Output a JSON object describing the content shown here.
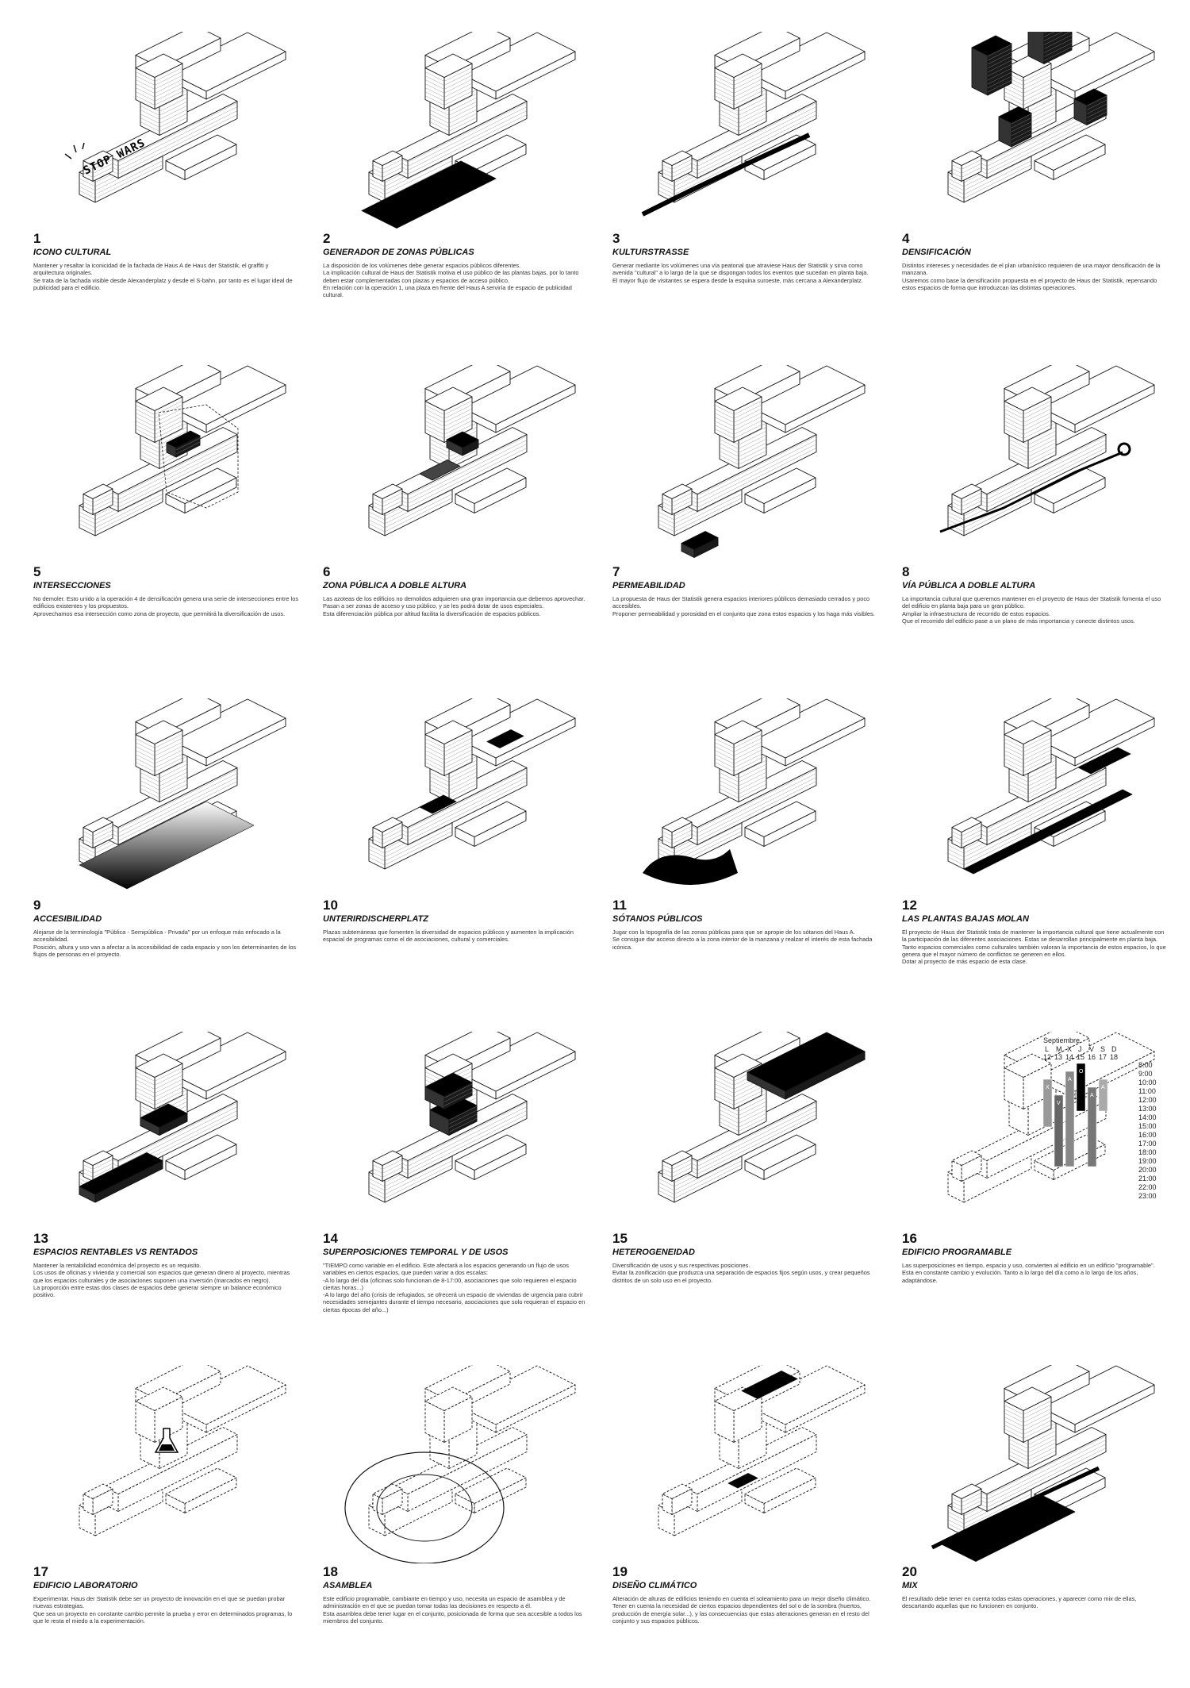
{
  "sheet": {
    "panels": [
      {
        "num": "1",
        "title": "ICONO CULTURAL",
        "desc": "Mantener y resaltar la iconicidad de la fachada de Haus A de Haus der Statistik, el graffiti y arquitectura originales.\nSe trata de la fachada visible desde Alexanderplatz y desde el S-bahn, por tanto es el lugar ideal de publicidad para el edificio."
      },
      {
        "num": "2",
        "title": "GENERADOR DE ZONAS PÚBLICAS",
        "desc": "La disposición de los volúmenes debe generar espacios públicos diferentes.\nLa implicación cultural de Haus der Statistik motiva el uso público de las plantas bajas, por lo tanto deben estar complementadas con plazas y espacios de acceso público.\nEn relación con la operación 1, una plaza en frente del Haus A serviría de espacio de publicidad cultural."
      },
      {
        "num": "3",
        "title": "KULTURSTRAßE",
        "desc": "Generar mediante los volúmenes una vía peatonal que atraviese Haus der Statistik y sirva como avenida \"cultural\" a lo largo de la que se dispongan todos los eventos que sucedan en planta baja.\nEl mayor flujo de visitantes se espera desde la esquina suroeste, más cercana a Alexanderplatz."
      },
      {
        "num": "4",
        "title": "DENSIFICACIÓN",
        "desc": "Distintos intereses y necesidades de el plan urbanístico requieren de una mayor densificación de la manzana.\nUsaremos como base la densificación propuesta en el proyecto de Haus der Statistik, repensando estos espacios de forma que introduzcan las distintas operaciones."
      },
      {
        "num": "5",
        "title": "INTERSECCIONES",
        "desc": "No demoler. Esto unido a la operación 4 de densificación genera una serie de intersecciones entre los edificios existentes y los propuestos.\nAprovechamos esa intersección como zona de proyecto, que permitirá la diversificación de usos."
      },
      {
        "num": "6",
        "title": "ZONA PÚBLICA A DOBLE ALTURA",
        "desc": "Las azoteas de los edificios no demolidos adquieren una gran importancia que debemos aprovechar. Pasan a ser zonas de acceso y uso público, y se les podrá dotar de usos especiales.\nEsta diferenciación pública por altitud facilita la diversificación de espacios públicos."
      },
      {
        "num": "7",
        "title": "PERMEABILIDAD",
        "desc": "La propuesta de Haus der Statistik genera espacios interiores públicos demasiado cerrados y poco accesibles.\nProponer permeabilidad y porosidad en el conjunto que zona estos espacios y los haga más visibles."
      },
      {
        "num": "8",
        "title": "VÍA PÚBLICA A DOBLE ALTURA",
        "desc": "La importancia cultural que queremos mantener en el proyecto de Haus der Statistik fomenta el uso del edificio en planta baja para un gran público.\nAmpliar la infraestructura de recorrido de estos espacios.\nQue el recorrido del edificio pase a un plano de más importancia y conecte distintos usos."
      },
      {
        "num": "9",
        "title": "ACCESIBILIDAD",
        "desc": "Alejarse de la terminología \"Pública - Semipública - Privada\" por un enfoque más enfocado a la accesibilidad.\nPosición, altura y uso van a afectar a la accesibilidad de cada espacio y son los determinantes de los flujos de personas en el proyecto."
      },
      {
        "num": "10",
        "title": "UNTERIRDISCHERPLATZ",
        "desc": "Plazas subterráneas que fomenten la diversidad de espacios públicos y aumenten la implicación espacial de programas como el de asociaciones, cultural y comerciales."
      },
      {
        "num": "11",
        "title": "SÓTANOS PÚBLICOS",
        "desc": "Jugar con la topografía de las zonas públicas para que se apropie de los sótanos del Haus A.\nSe consigue dar acceso directo a la zona interior de la manzana y realzar el interés de esta fachada icónica."
      },
      {
        "num": "12",
        "title": "LAS PLANTAS BAJAS MOLAN",
        "desc": "El proyecto de Haus der Statistik trata de mantener la importancia cultural que tiene actualmente con la participación de las diferentes asociaciones. Estas se desarrollan principalmente en planta baja.\nTanto espacios comerciales como culturales también valoran la importancia de estos espacios, lo que genera que el mayor número de conflictos se generen en ellos.\nDotar al proyecto de más espacio de esta clase."
      },
      {
        "num": "13",
        "title": "ESPACIOS RENTABLES VS RENTADOS",
        "desc": "Mantener la rentabilidad económica del proyecto es un requisito.\nLos usos de oficinas y vivienda y comercial son espacios que generan dinero al proyecto, mientras que los espacios culturales y de asociaciones suponen una inversión (marcados en negro).\nLa proporción entre estas dos clases de espacios debe generar siempre un balance económico positivo."
      },
      {
        "num": "14",
        "title": "SUPERPOSICIONES TEMPORAL Y DE USOS",
        "desc": "\"TIEMPO como variable en el edificio. Este afectará a los espacios generando un flujo de usos variables en ciertos espacios, que pueden variar a dos escalas:\n-A lo largo del día (oficinas solo funcionan de 8-17:00, asociaciones que solo requieren el espacio ciertas horas...)\n-A lo largo del año (crisis de refugiados, se ofrecerá un espacio de viviendas de urgencia para cubrir necesidades semejantes durante el tiempo necesario, asociaciones que solo requieran el espacio en ciertas épocas del año...)"
      },
      {
        "num": "15",
        "title": "HETEROGENEIDAD",
        "desc": "Diversificación de usos y sus respectivas posiciones.\nEvitar la zonificación que produzca una separación de espacios fijos según usos, y crear pequeños distritos de un solo uso en el proyecto."
      },
      {
        "num": "16",
        "title": "EDIFICIO PROGRAMABLE",
        "desc": "Las superposiciones en tiempo, espacio y uso, convierten al edificio en un edificio \"programable\".\nEsta en constante cambio y evolución. Tanto a lo largo del día como a lo largo de los años, adaptándose."
      },
      {
        "num": "17",
        "title": "EDIFICIO LABORATORIO",
        "desc": "Experimentar. Haus der Statistik debe ser un proyecto de innovación en el que se puedan probar nuevas estrategias.\nQue sea un proyecto en constante cambio permite la prueba y error en determinados programas, lo que le resta el miedo a la experimentación."
      },
      {
        "num": "18",
        "title": "ASAMBLEA",
        "desc": "Este edificio programable, cambiante en tiempo y uso, necesita un espacio de asamblea y de administración en el que se puedan tomar todas las decisiones en respecto a él.\nEsta asamblea debe tener lugar en el conjunto, posicionada de forma que sea accesible a todos los miembros del conjunto."
      },
      {
        "num": "19",
        "title": "DISEÑO CLIMÁTICO",
        "desc": "Alteración de alturas de edificios teniendo en cuenta el soleamiento para un mejor diseño climático.\nTener en cuenta la necesidad de ciertos espacios dependientes del sol o de la sombra (huertos, producción de energía solar...), y las consecuencias que estas alteraciones generan en el resto del conjunto y sus espacios públicos."
      },
      {
        "num": "20",
        "title": "MIX",
        "desc": "El resultado debe tener en cuenta todas estas operaciones, y aparecer como mix de ellas, descartando aquellas que no funcionen en conjunto."
      }
    ],
    "facade_sign": "STOP WARS",
    "calendar": {
      "month": "Septiembre",
      "weekdays": [
        "L",
        "M",
        "X",
        "J",
        "V",
        "S",
        "D"
      ],
      "days": [
        "12",
        "13",
        "14",
        "15",
        "16",
        "17",
        "18"
      ],
      "hours": [
        "8:00",
        "9:00",
        "10:00",
        "11:00",
        "12:00",
        "13:00",
        "14:00",
        "15:00",
        "16:00",
        "17:00",
        "18:00",
        "19:00",
        "20:00",
        "21:00",
        "22:00",
        "23:00"
      ],
      "block_letters": [
        "X",
        "V",
        "A",
        "O",
        "A",
        "A"
      ]
    }
  }
}
